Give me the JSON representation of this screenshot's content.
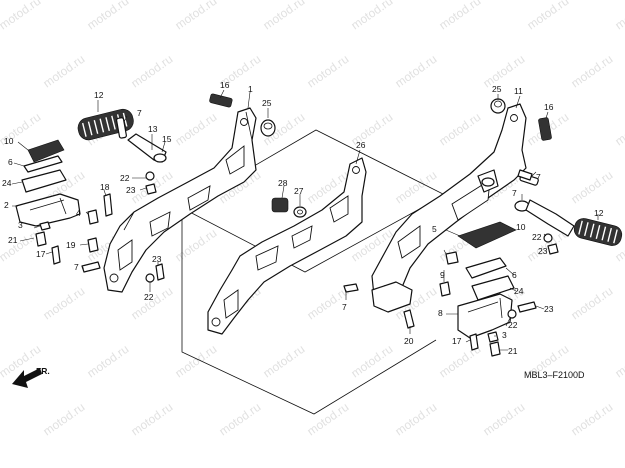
{
  "diagram": {
    "code": "MBL3–F2100D",
    "direction_label": "FR.",
    "watermark": "motod.ru",
    "callouts": {
      "l1": "1",
      "l2": "2",
      "l3": "3",
      "l4": "4",
      "l5": "5",
      "l6": "6",
      "l7a": "7",
      "l7b": "7",
      "l10": "10",
      "l12": "12",
      "l13": "13",
      "l15": "15",
      "l16": "16",
      "l17": "17",
      "l18": "18",
      "l19": "19",
      "l21": "21",
      "l22a": "22",
      "l22b": "22",
      "l23a": "23",
      "l23b": "23",
      "l24": "24",
      "l25": "25",
      "c26": "26",
      "c27": "27",
      "c28": "28",
      "c7": "7",
      "c20": "20",
      "r3": "3",
      "r5": "5",
      "r6": "6",
      "r7a": "7",
      "r7b": "7",
      "r8": "8",
      "r9": "9",
      "r10": "10",
      "r11": "11",
      "r12": "12",
      "r16": "16",
      "r17": "17",
      "r21": "21",
      "r22a": "22",
      "r22b": "22",
      "r23a": "23",
      "r23b": "23",
      "r24": "24",
      "r25": "25"
    }
  }
}
